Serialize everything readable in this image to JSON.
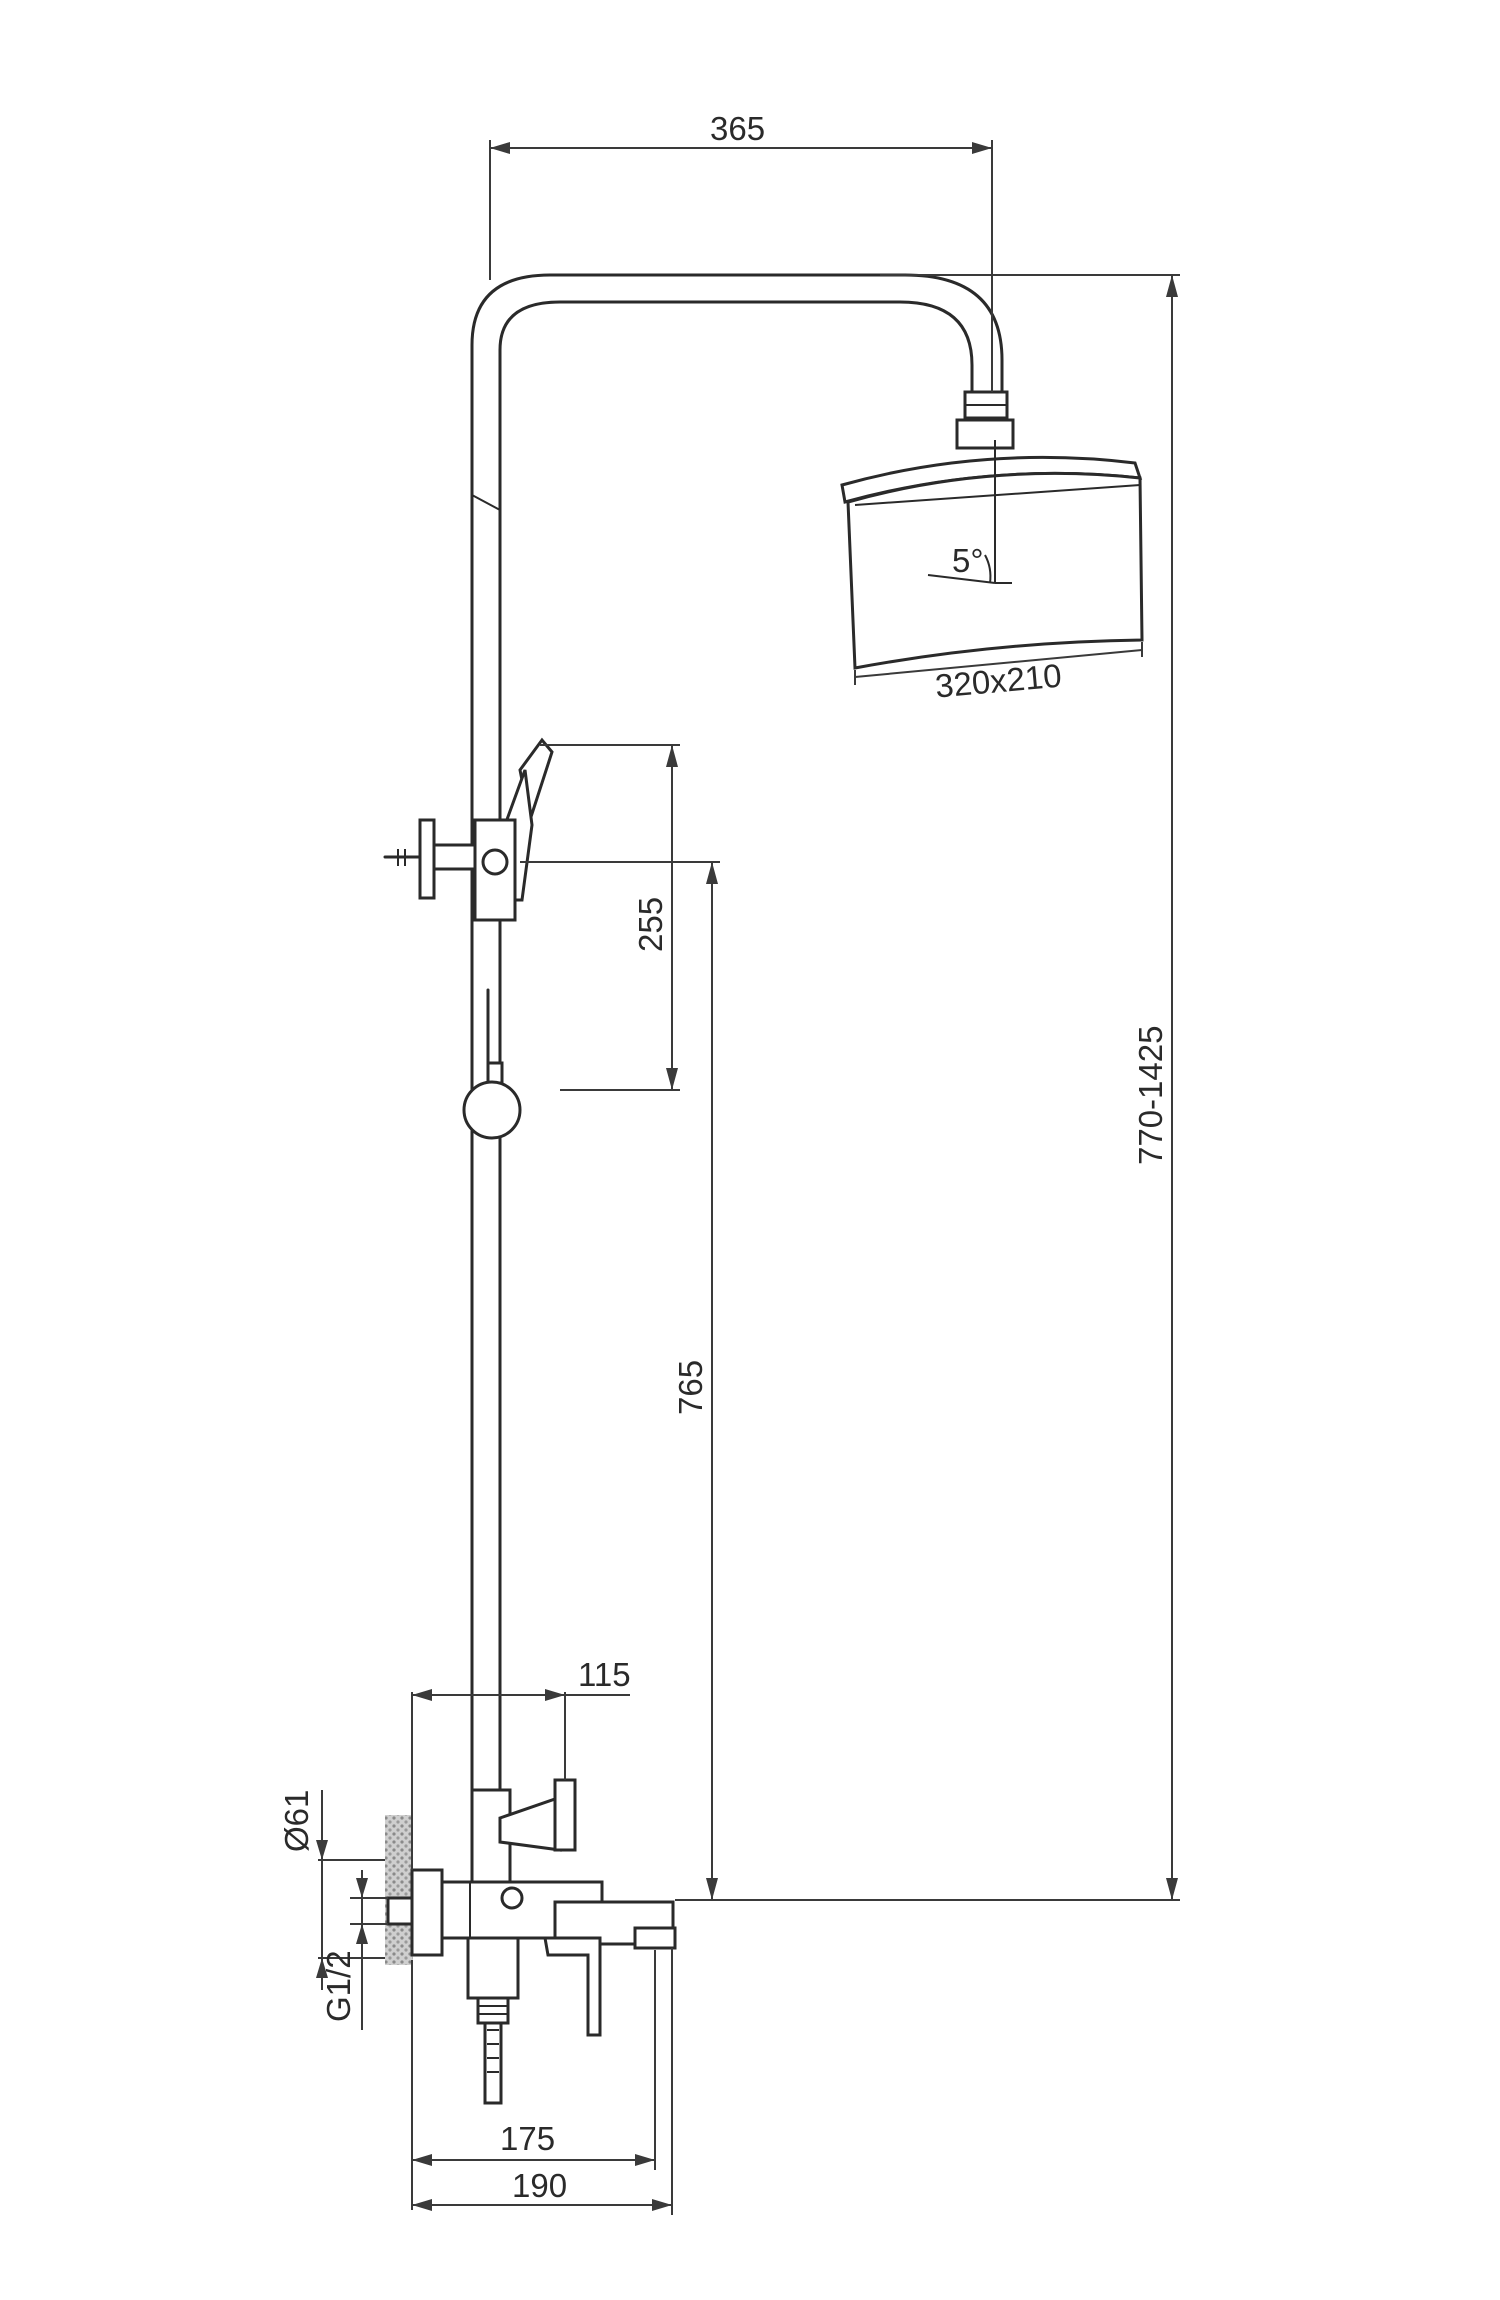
{
  "dimensions": {
    "top_width": "365",
    "total_height": "770-1425",
    "showerhead_angle": "5°",
    "showerhead_size": "320x210",
    "hand_shower_holder": "255",
    "slider_height": "765",
    "mixer_to_rail": "115",
    "flange_diameter": "Ø61",
    "inlet_thread": "G1/2",
    "spout_depth": "175",
    "overall_depth": "190"
  }
}
